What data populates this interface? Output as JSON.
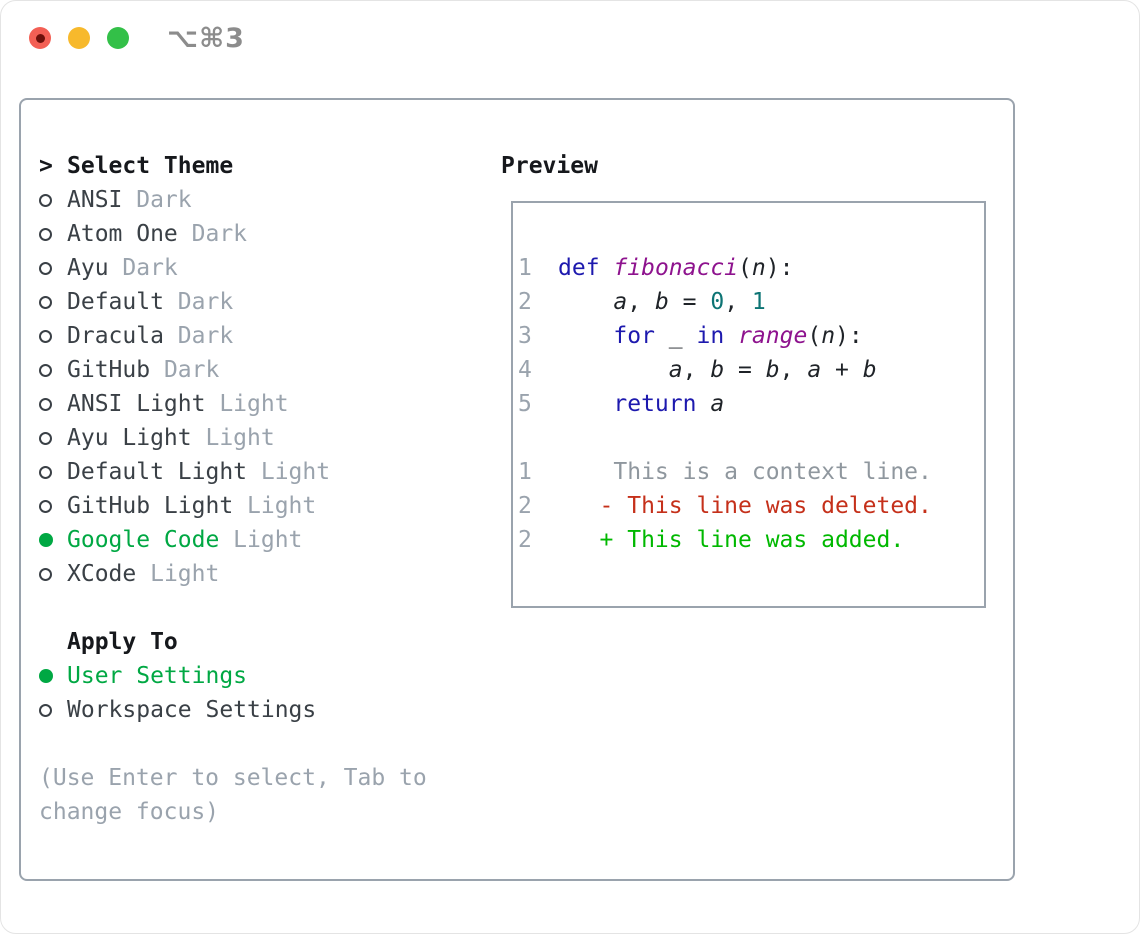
{
  "window": {
    "title": "⌥⌘3"
  },
  "colors": {
    "light_red": "#f35f54",
    "light_red_dot": "#6d100a",
    "light_yellow": "#f7b92c",
    "light_green": "#33c048",
    "titlebar_gray": "#8c8c8c",
    "border_gray": "#9aa3ad",
    "text_dark": "#16181c",
    "item_text": "#3a4046",
    "muted_gray": "#9aa3ad",
    "accent_green": "#00a843",
    "code_dark": "#1f2328",
    "keyword_blue": "#1d19ae",
    "function_purple": "#8e138e",
    "number_teal": "#0d7474",
    "context_gray": "#8f979e",
    "deleted_red": "#c5301a",
    "added_green": "#00b800"
  },
  "theme_list": {
    "cursor": ">",
    "header": "Select Theme",
    "items": [
      {
        "name": "ANSI",
        "variant": "Dark",
        "selected": false
      },
      {
        "name": "Atom One",
        "variant": "Dark",
        "selected": false
      },
      {
        "name": "Ayu",
        "variant": "Dark",
        "selected": false
      },
      {
        "name": "Default",
        "variant": "Dark",
        "selected": false
      },
      {
        "name": "Dracula",
        "variant": "Dark",
        "selected": false
      },
      {
        "name": "GitHub",
        "variant": "Dark",
        "selected": false
      },
      {
        "name": "ANSI Light",
        "variant": "Light",
        "selected": false
      },
      {
        "name": "Ayu Light",
        "variant": "Light",
        "selected": false
      },
      {
        "name": "Default Light",
        "variant": "Light",
        "selected": false
      },
      {
        "name": "GitHub Light",
        "variant": "Light",
        "selected": false
      },
      {
        "name": "Google Code",
        "variant": "Light",
        "selected": true
      },
      {
        "name": "XCode",
        "variant": "Light",
        "selected": false
      }
    ]
  },
  "apply_to": {
    "header": "Apply To",
    "items": [
      {
        "label": "User Settings",
        "selected": true
      },
      {
        "label": "Workspace Settings",
        "selected": false
      }
    ]
  },
  "help_text": "(Use Enter to select, Tab to change focus)",
  "preview": {
    "title": "Preview",
    "lines": [
      {
        "num": "1",
        "segments": [
          {
            "t": "def",
            "c": "kw"
          },
          {
            "t": " ",
            "c": "pl"
          },
          {
            "t": "fibonacci",
            "c": "fn"
          },
          {
            "t": "(",
            "c": "pl"
          },
          {
            "t": "n",
            "c": "id"
          },
          {
            "t": "):",
            "c": "pl"
          }
        ]
      },
      {
        "num": "2",
        "segments": [
          {
            "t": "    ",
            "c": "pl"
          },
          {
            "t": "a",
            "c": "id"
          },
          {
            "t": ", ",
            "c": "pl"
          },
          {
            "t": "b",
            "c": "id"
          },
          {
            "t": " = ",
            "c": "pl"
          },
          {
            "t": "0",
            "c": "num"
          },
          {
            "t": ", ",
            "c": "pl"
          },
          {
            "t": "1",
            "c": "num"
          }
        ]
      },
      {
        "num": "3",
        "segments": [
          {
            "t": "    ",
            "c": "pl"
          },
          {
            "t": "for",
            "c": "kw"
          },
          {
            "t": " ",
            "c": "pl"
          },
          {
            "t": "_",
            "c": "id"
          },
          {
            "t": " ",
            "c": "pl"
          },
          {
            "t": "in",
            "c": "kw"
          },
          {
            "t": " ",
            "c": "pl"
          },
          {
            "t": "range",
            "c": "fn"
          },
          {
            "t": "(",
            "c": "pl"
          },
          {
            "t": "n",
            "c": "id"
          },
          {
            "t": "):",
            "c": "pl"
          }
        ]
      },
      {
        "num": "4",
        "segments": [
          {
            "t": "        ",
            "c": "pl"
          },
          {
            "t": "a",
            "c": "id"
          },
          {
            "t": ", ",
            "c": "pl"
          },
          {
            "t": "b",
            "c": "id"
          },
          {
            "t": " = ",
            "c": "pl"
          },
          {
            "t": "b",
            "c": "id"
          },
          {
            "t": ", ",
            "c": "pl"
          },
          {
            "t": "a",
            "c": "id"
          },
          {
            "t": " + ",
            "c": "pl"
          },
          {
            "t": "b",
            "c": "id"
          }
        ]
      },
      {
        "num": "5",
        "segments": [
          {
            "t": "    ",
            "c": "pl"
          },
          {
            "t": "return",
            "c": "kw"
          },
          {
            "t": " ",
            "c": "pl"
          },
          {
            "t": "a",
            "c": "id"
          }
        ]
      },
      {
        "num": "",
        "segments": []
      },
      {
        "num": "1",
        "segments": [
          {
            "t": "    This is a context line.",
            "c": "ctx"
          }
        ]
      },
      {
        "num": "2",
        "segments": [
          {
            "t": "   - This line was deleted.",
            "c": "del"
          }
        ]
      },
      {
        "num": "2",
        "segments": [
          {
            "t": "   + This line was added.",
            "c": "add"
          }
        ]
      }
    ]
  }
}
